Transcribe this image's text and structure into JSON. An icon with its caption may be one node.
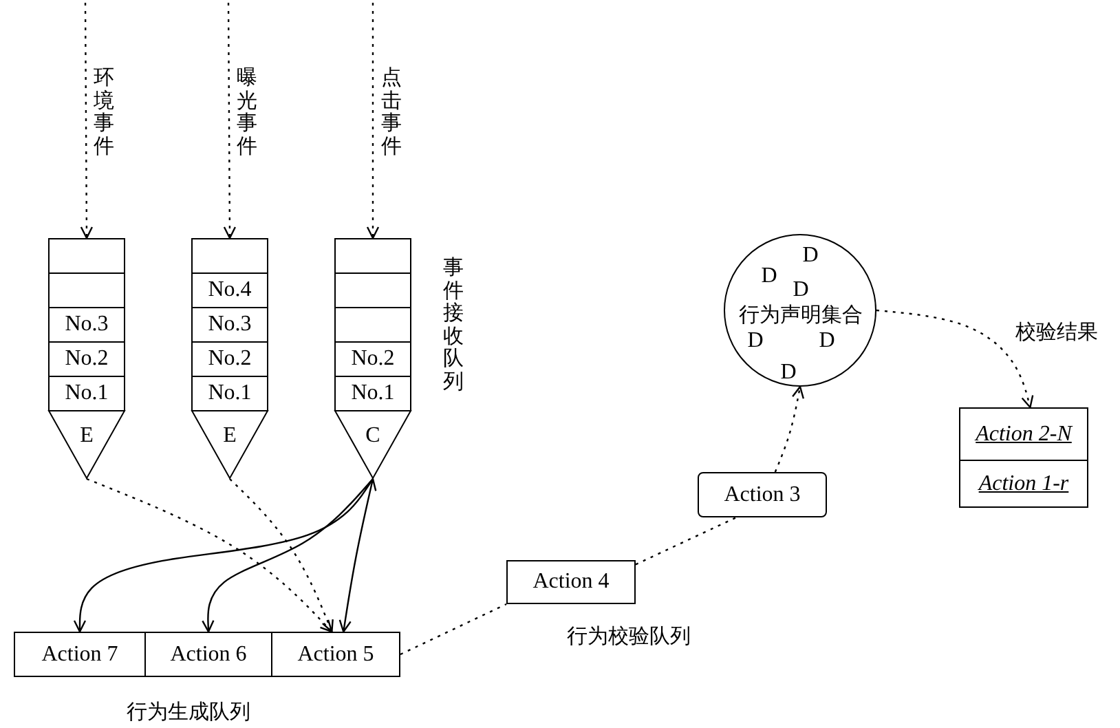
{
  "diagram": {
    "nodes": [
      {
        "text": [],
        "shape": "box"
      },
      {
        "text": [],
        "shape": "box"
      },
      {
        "text": [
          "No.3"
        ]
      },
      {
        "text": [
          "No.2"
        ]
      },
      {
        "text": [
          "No.1"
        ]
      },
      {
        "text": [
          "E"
        ]
      },
      {
        "text": [],
        "shape": "box"
      },
      {
        "text": [
          "No.4"
        ]
      },
      {
        "text": [
          "No.3"
        ]
      },
      {
        "text": [
          "No.2"
        ]
      },
      {
        "text": [
          "No.1"
        ]
      },
      {
        "text": [
          "E"
        ]
      },
      {
        "text": [],
        "shape": "box"
      },
      {
        "text": [],
        "shape": "box"
      },
      {
        "text": [],
        "shape": "box"
      },
      {
        "text": [
          "No.2"
        ]
      },
      {
        "text": [
          "No.1"
        ]
      },
      {
        "text": [
          "C"
        ]
      },
      {
        "text": [
          "D",
          "D",
          "D",
          "行为声明集合",
          "D",
          "D",
          "D"
        ]
      },
      {
        "text": [
          "Action 3"
        ]
      },
      {
        "text": [
          "Action 2-N"
        ]
      },
      {
        "text": [
          "Action 1-r"
        ]
      },
      {
        "text": [
          "Action 4"
        ]
      },
      {
        "text": [
          "Action 7"
        ]
      },
      {
        "text": [
          "Action 6"
        ]
      },
      {
        "text": [
          "Action 5"
        ]
      }
    ],
    "edges": [
      {
        "from": null,
        "to": 0,
        "arrow": "to",
        "style": "dashed",
        "label": "环境事件"
      },
      {
        "from": null,
        "to": 6,
        "arrow": "to",
        "style": "dashed",
        "label": "曝光事件"
      },
      {
        "from": null,
        "to": 12,
        "arrow": "to",
        "style": "dashed",
        "label": "点击事件"
      },
      {
        "from": 5,
        "to": 25,
        "arrow": "to",
        "style": "dashed"
      },
      {
        "from": 11,
        "to": 25,
        "arrow": "to",
        "style": "dashed"
      },
      {
        "from": 17,
        "to": 23,
        "arrow": "to"
      },
      {
        "from": 17,
        "to": 24,
        "arrow": "to"
      },
      {
        "from": 17,
        "to": 25,
        "arrow": "both"
      },
      {
        "from": 25,
        "to": 22,
        "arrow": "none",
        "style": "dashed"
      },
      {
        "from": 22,
        "to": 19,
        "arrow": "none",
        "style": "dashed"
      },
      {
        "from": 19,
        "to": 18,
        "arrow": "to",
        "style": "dashed"
      },
      {
        "from": 18,
        "to": 20,
        "arrow": "to",
        "style": "dashed",
        "label": "校验结果"
      }
    ],
    "labels": [
      "事件接收队列",
      "行为生成队列",
      "行为校验队列"
    ]
  }
}
